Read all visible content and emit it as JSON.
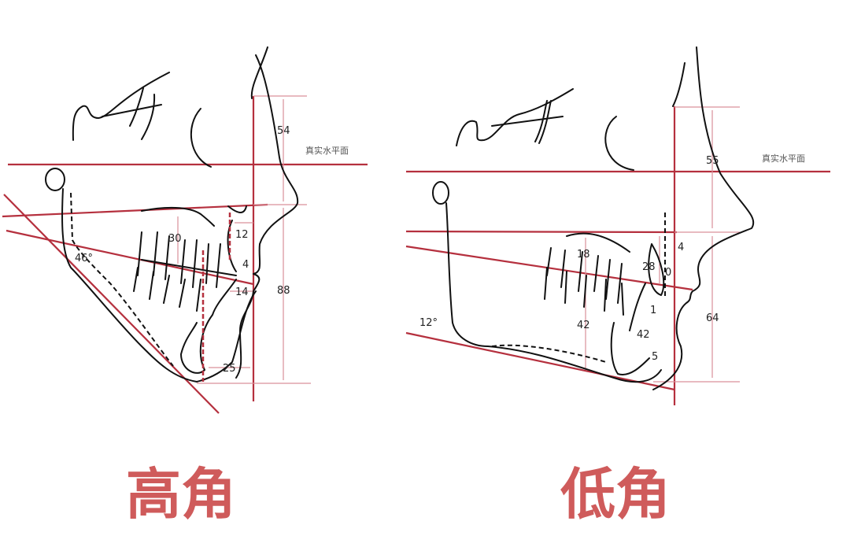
{
  "panels": [
    {
      "title": "高角",
      "plane_label": "真实水平面",
      "angle": "46°",
      "measurements": [
        "54",
        "88",
        "30",
        "12",
        "4",
        "14",
        "25"
      ]
    },
    {
      "title": "低角",
      "plane_label": "真实水平面",
      "angle": "12°",
      "measurements": [
        "55",
        "64",
        "18",
        "28",
        "0",
        "4",
        "1",
        "42",
        "42",
        "5"
      ]
    }
  ],
  "colors": {
    "reference_lines": "#b5303e",
    "title": "#cf5b5b"
  }
}
